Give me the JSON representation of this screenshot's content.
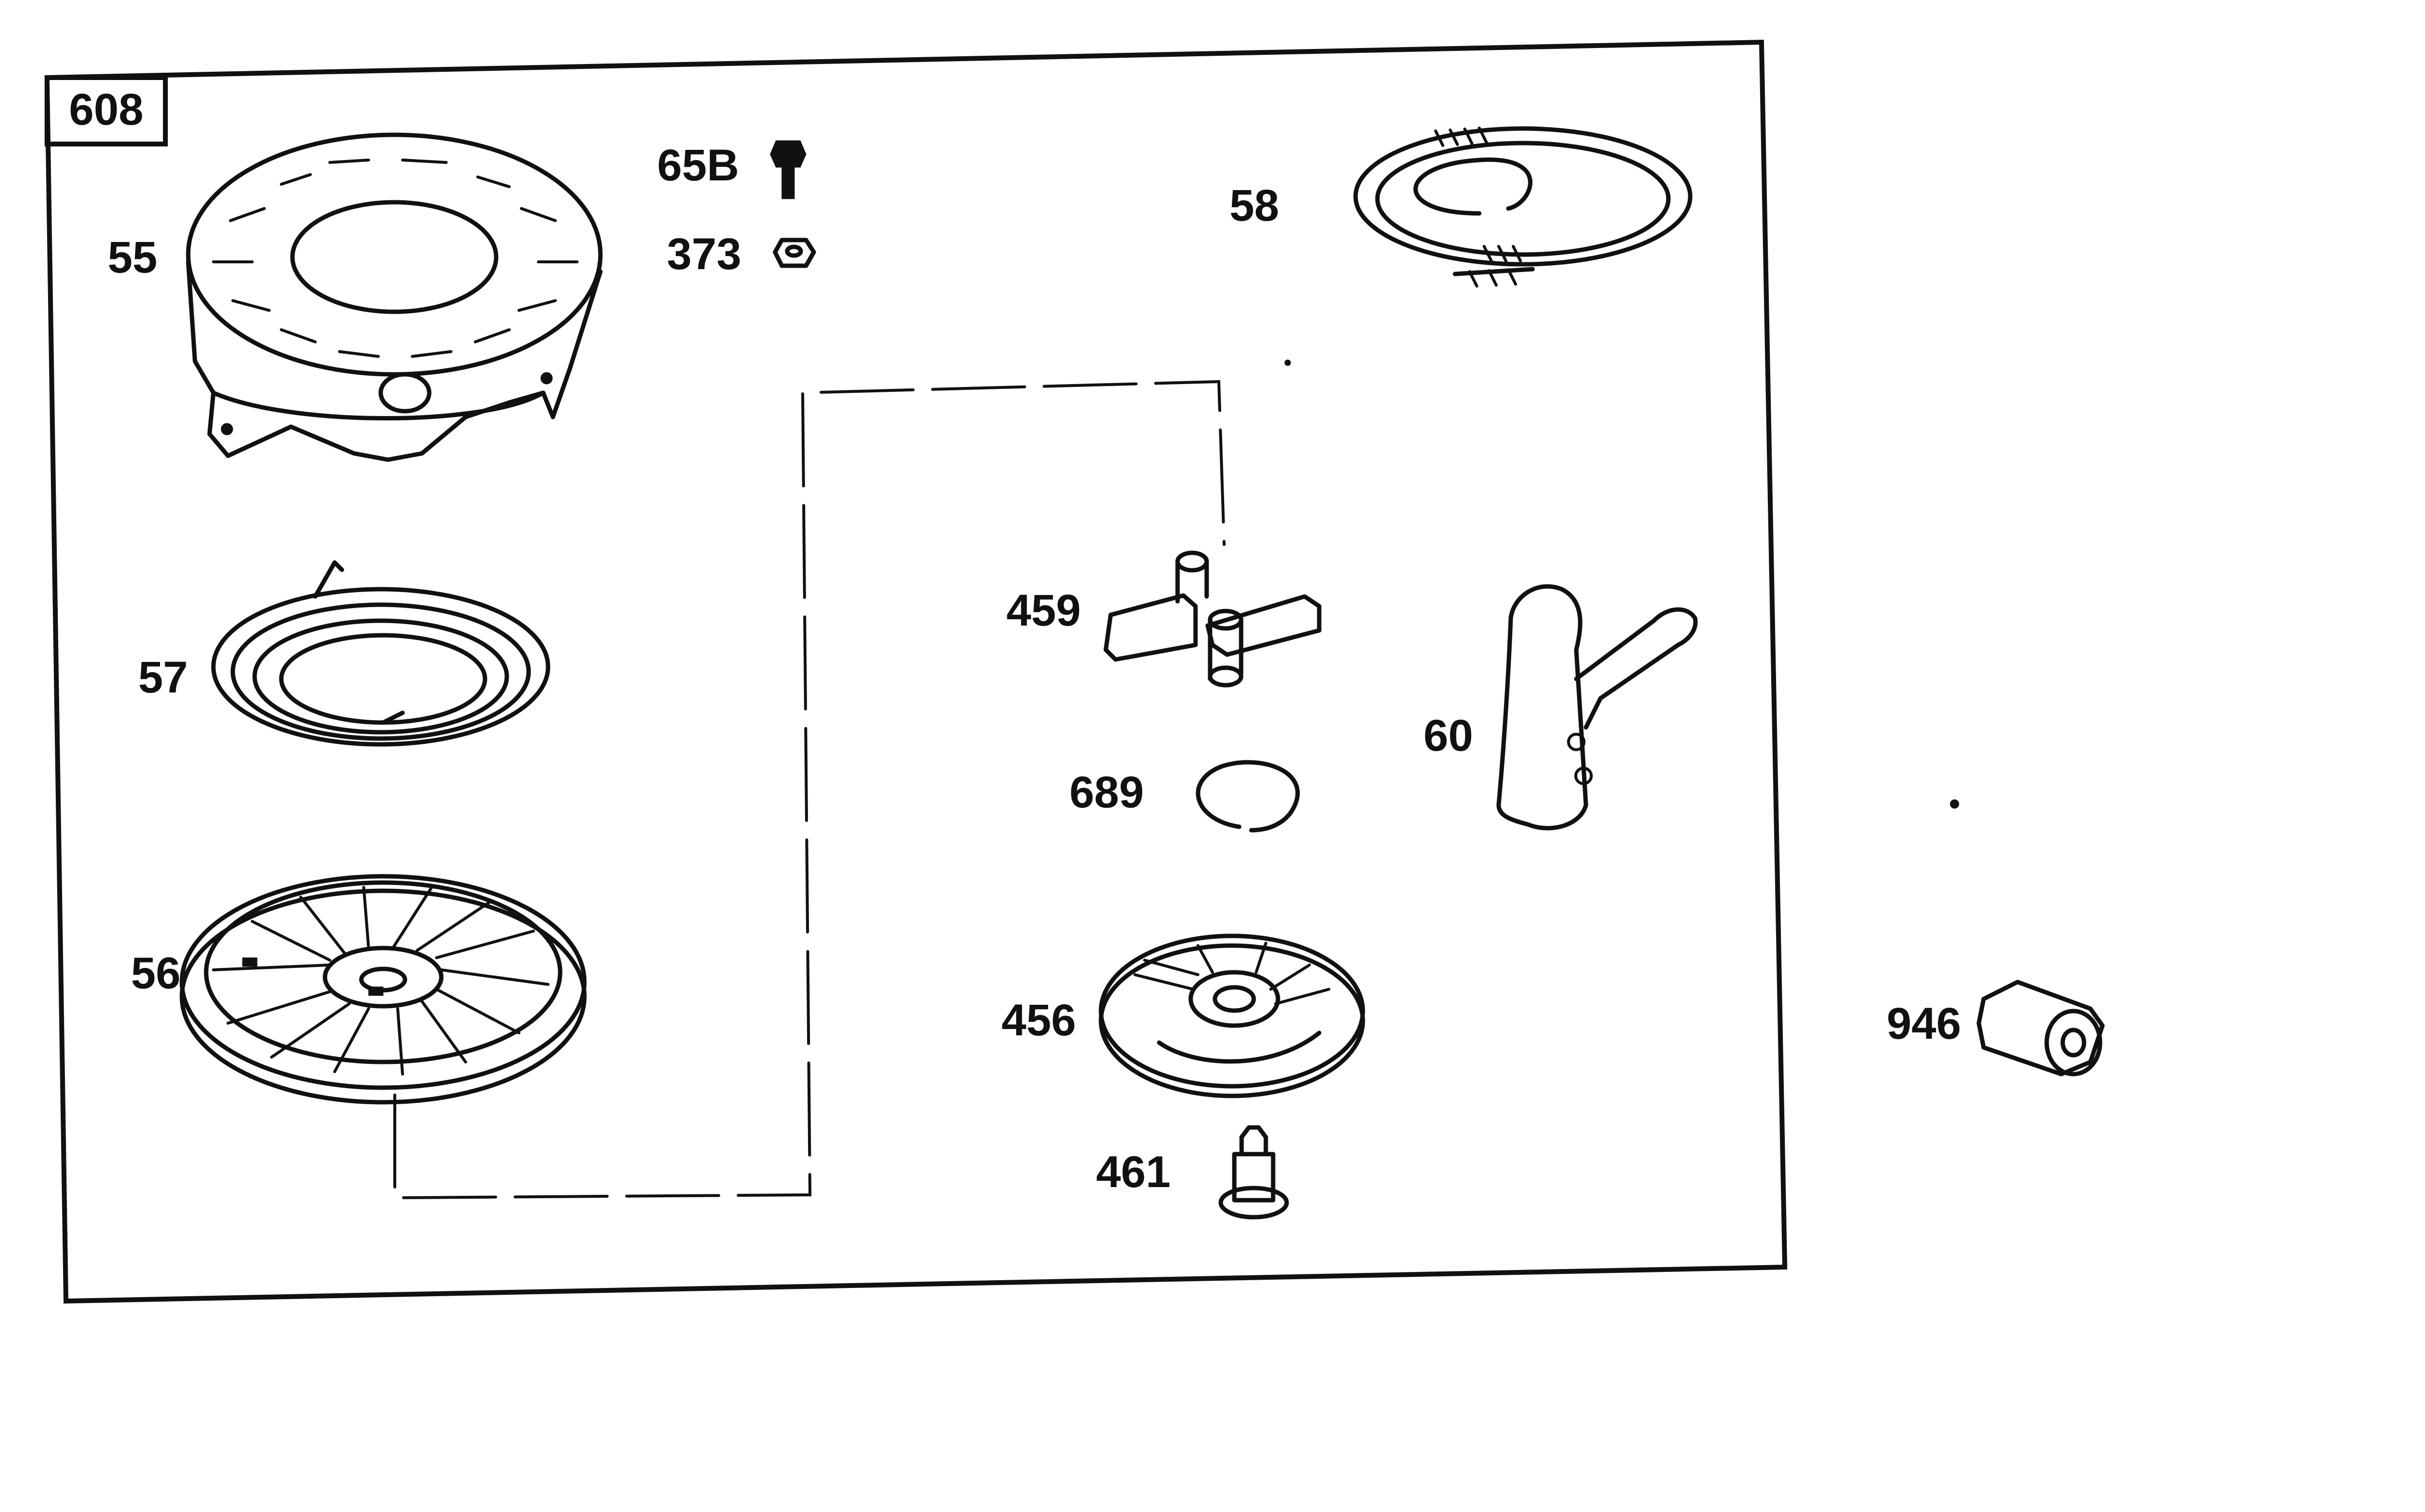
{
  "header": {
    "assembly_number": "608"
  },
  "parts": [
    {
      "id": "p55",
      "number": "55",
      "icon": "blower-housing-icon"
    },
    {
      "id": "p65b",
      "number": "65B",
      "icon": "screw-icon"
    },
    {
      "id": "p373",
      "number": "373",
      "icon": "nut-icon"
    },
    {
      "id": "p58",
      "number": "58",
      "icon": "starter-rope-icon"
    },
    {
      "id": "p57",
      "number": "57",
      "icon": "rewind-spring-icon"
    },
    {
      "id": "p459",
      "number": "459",
      "icon": "pawl-icon"
    },
    {
      "id": "p60",
      "number": "60",
      "icon": "starter-handle-icon"
    },
    {
      "id": "p689",
      "number": "689",
      "icon": "retainer-ring-icon"
    },
    {
      "id": "p56",
      "number": "56",
      "icon": "pulley-icon"
    },
    {
      "id": "p456",
      "number": "456",
      "icon": "pawl-plate-icon"
    },
    {
      "id": "p461",
      "number": "461",
      "icon": "center-screw-icon"
    },
    {
      "id": "p946",
      "number": "946",
      "icon": "insert-icon"
    }
  ]
}
